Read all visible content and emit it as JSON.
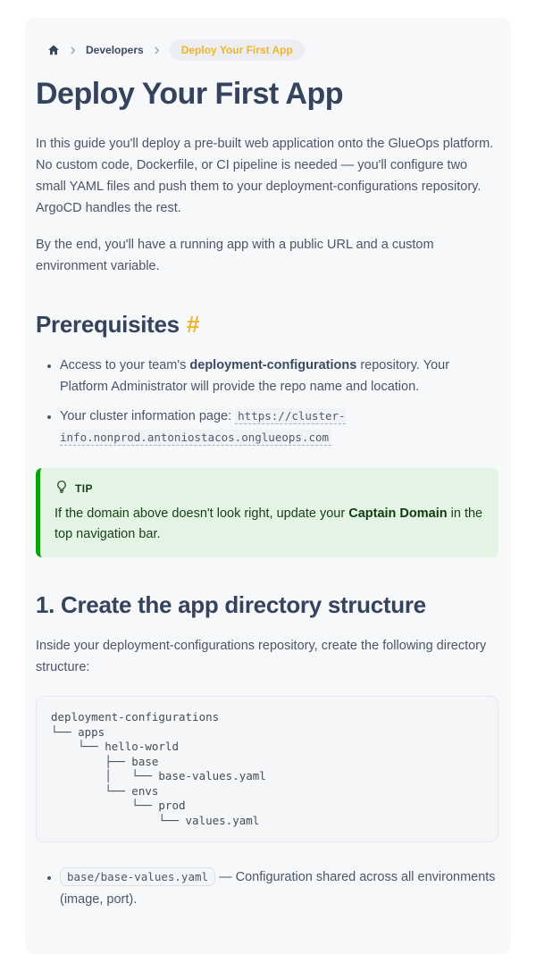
{
  "colors": {
    "accent_amber": "#f0b42e",
    "heading_navy": "#35435c",
    "tip_border_green": "#0ba30b",
    "tip_background": "#e4f4e4",
    "card_background": "#f7f8fa"
  },
  "breadcrumb": {
    "home_icon": "home-icon",
    "separator_icon": "chevron-right-icon",
    "items": [
      {
        "label": "Developers"
      },
      {
        "label": "Deploy Your First App"
      }
    ]
  },
  "title": "Deploy Your First App",
  "intro": {
    "p1": "In this guide you'll deploy a pre-built web application onto the GlueOps platform. No custom code, Dockerfile, or CI pipeline is needed — you'll configure two small YAML files and push them to your deployment-configurations repository. ArgoCD handles the rest.",
    "p2": "By the end, you'll have a running app with a public URL and a custom environment variable."
  },
  "prerequisites": {
    "heading": "Prerequisites",
    "anchor": "#",
    "items": [
      {
        "prefix": "Access to your team's ",
        "bold": "deployment-configurations",
        "suffix": " repository. Your Platform Administrator will provide the repo name and location."
      },
      {
        "prefix": "Your cluster information page: ",
        "link": "https://cluster-info.nonprod.antoniostacos.onglueops.com"
      }
    ]
  },
  "tip": {
    "icon": "lightbulb-icon",
    "label": "TIP",
    "prefix": "If the domain above doesn't look right, update your ",
    "bold": "Captain Domain",
    "suffix": " in the top navigation bar."
  },
  "step1": {
    "heading": "1. Create the app directory structure",
    "intro": "Inside your deployment-configurations repository, create the following directory structure:",
    "code_lines": [
      "deployment-configurations",
      "└── apps",
      "    └── hello-world",
      "        ├── base",
      "        │   └── base-values.yaml",
      "        └── envs",
      "            └── prod",
      "                └── values.yaml"
    ],
    "note": {
      "code": "base/base-values.yaml",
      "suffix": " — Configuration shared across all environments (image, port)."
    }
  }
}
